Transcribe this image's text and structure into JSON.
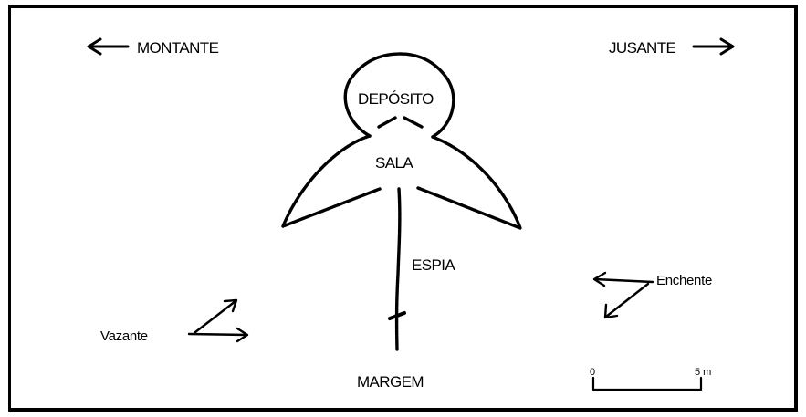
{
  "labels": {
    "montante": "MONTANTE",
    "jusante": "JUSANTE",
    "deposito": "DEPÓSITO",
    "sala": "SALA",
    "espia": "ESPIA",
    "margem": "MARGEM",
    "vazante": "Vazante",
    "enchente": "Enchente"
  },
  "scale_bar": {
    "start": "0",
    "end": "5 m"
  }
}
